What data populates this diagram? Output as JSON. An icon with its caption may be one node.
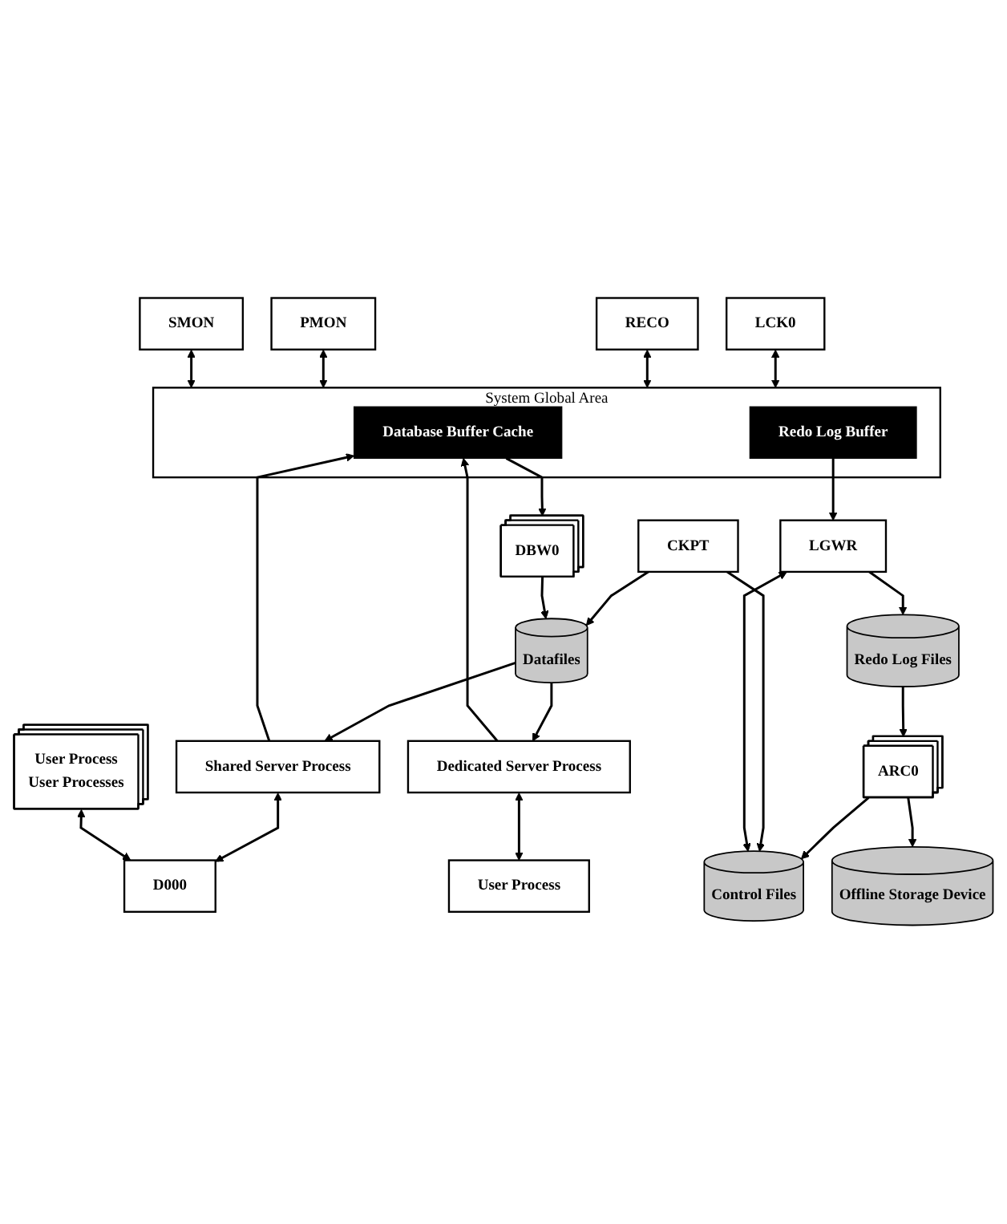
{
  "diagram": {
    "nodes": [
      {
        "text": [
          "LCK0"
        ]
      },
      {
        "text": [
          "RECO"
        ]
      },
      {
        "text": [
          "PMON"
        ]
      },
      {
        "text": [
          "SMON"
        ]
      },
      {
        "text": [
          "System Global Area"
        ]
      },
      {
        "text": [
          "Database Buffer Cache"
        ],
        "in": 4
      },
      {
        "text": [
          "Redo Log Buffer"
        ],
        "in": 4
      },
      {
        "text": [
          "User Process",
          "User Processes"
        ]
      },
      {
        "text": [
          "Shared Server Process"
        ]
      },
      {
        "text": [
          "Dedicated Server Process"
        ]
      },
      {
        "text": [
          "ARC0"
        ]
      },
      {
        "text": [
          "Offline Storage Device"
        ]
      },
      {
        "text": [
          "D000"
        ]
      },
      {
        "text": [
          "CKPT"
        ]
      },
      {
        "text": [
          "Control Files"
        ]
      },
      {
        "text": [
          "DBW0"
        ]
      },
      {
        "text": [
          "LGWR"
        ]
      },
      {
        "text": [
          "User Process"
        ]
      },
      {
        "text": [
          "Redo Log Files"
        ]
      },
      {
        "text": [
          "Datafiles"
        ]
      }
    ],
    "edges": [
      {
        "from": 0,
        "to": 4,
        "arrow": "both"
      },
      {
        "from": 1,
        "to": 4,
        "arrow": "both"
      },
      {
        "from": 2,
        "to": 4,
        "arrow": "both"
      },
      {
        "from": 3,
        "to": 4,
        "arrow": "both"
      },
      {
        "from": 8,
        "to": 5,
        "arrow": "to"
      },
      {
        "from": 9,
        "to": 5,
        "arrow": "to"
      },
      {
        "from": 5,
        "to": 15,
        "arrow": "to"
      },
      {
        "from": 6,
        "to": 16,
        "arrow": "to"
      },
      {
        "from": 8,
        "to": 12,
        "arrow": "both"
      },
      {
        "from": 7,
        "to": 12,
        "arrow": "both"
      },
      {
        "from": 19,
        "to": 8,
        "arrow": "to"
      },
      {
        "from": 19,
        "to": 9,
        "arrow": "to"
      },
      {
        "from": 9,
        "to": 17,
        "arrow": "both"
      },
      {
        "from": 10,
        "to": 11,
        "arrow": "to"
      },
      {
        "from": 10,
        "to": 14,
        "arrow": "to"
      },
      {
        "from": 13,
        "to": 14,
        "arrow": "to"
      },
      {
        "from": 13,
        "to": 19,
        "arrow": "to"
      },
      {
        "from": 15,
        "to": 19,
        "arrow": "to"
      },
      {
        "from": 16,
        "to": 14,
        "arrow": "both"
      },
      {
        "from": 16,
        "to": 18,
        "arrow": "to"
      },
      {
        "from": 18,
        "to": 10,
        "arrow": "to"
      }
    ]
  }
}
